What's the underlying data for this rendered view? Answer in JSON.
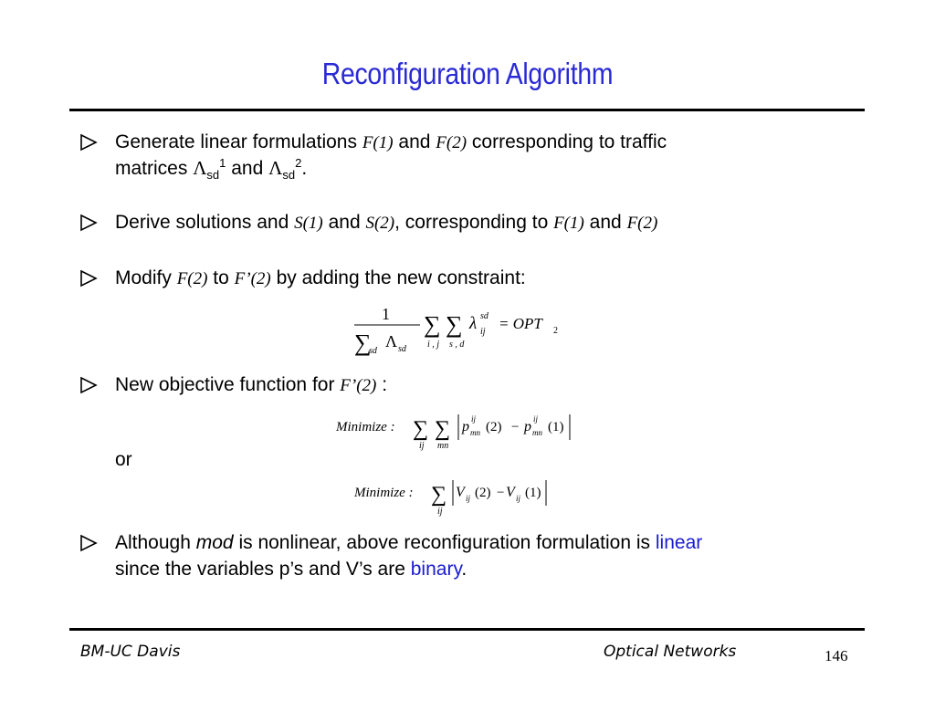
{
  "title": "Reconfiguration Algorithm",
  "bullets": [
    {
      "line1_a": "Generate linear formulations ",
      "F1": "F(1)",
      "and": " and ",
      "F2": "F(2)",
      "line1_b": " corresponding to traffic",
      "line2_a": "matrices ",
      "lambda": "Λ",
      "sd": "sd",
      "sup1": "1",
      "and2": " and ",
      "sup2": "2",
      "period": "."
    },
    {
      "a": "Derive solutions and ",
      "S1": "S(1)",
      "and": " and ",
      "S2": "S(2)",
      "b": ", corresponding to ",
      "F1": "F(1)",
      "and2": " and ",
      "F2": "F(2)"
    },
    {
      "a": "Modify ",
      "F2": "F(2)",
      "to": " to ",
      "F2p": "F’(2)",
      "b": " by adding the new constraint:"
    },
    {
      "a": "New objective function for ",
      "F2p": "F’(2)",
      "b": " :"
    },
    {
      "a": "Although ",
      "mod": "mod",
      "b": " is nonlinear, above reconfiguration formulation is ",
      "linear": "linear",
      "c": "since the variables p’s and V’s are ",
      "binary": "binary",
      "d": "."
    }
  ],
  "or_text": "or",
  "equations": {
    "constraint": {
      "numerator": "1",
      "sum": "∑",
      "sum_sub": "sd",
      "Lambda": "Λ",
      "Lambda_sub": "sd",
      "sum_ij": "i , j",
      "sum_sd": "s , d",
      "lambda": "λ",
      "lambda_sup": "sd",
      "lambda_sub": "ij",
      "equals": "= OPT",
      "opt_sub": "2"
    },
    "objective1": {
      "minimize": "Minimize :",
      "sum_ij": "ij",
      "sum_mn": "mn",
      "p": "p",
      "p_sup": "ij",
      "p_sub": "mn",
      "arg2": "(2)",
      "minus": "−",
      "arg1": "(1)"
    },
    "objective2": {
      "minimize": "Minimize :",
      "sum_ij": "ij",
      "V": "V",
      "V_sub": "ij",
      "arg2": "(2)",
      "minus": "−",
      "arg1": "(1)"
    }
  },
  "footer": {
    "left": "BM-UC Davis",
    "center": "Optical Networks",
    "page": "146"
  },
  "colors": {
    "title": "#2a2ad4",
    "highlight": "#1a1ad0"
  },
  "icons": {
    "bullet": "hollow-right-triangle"
  }
}
